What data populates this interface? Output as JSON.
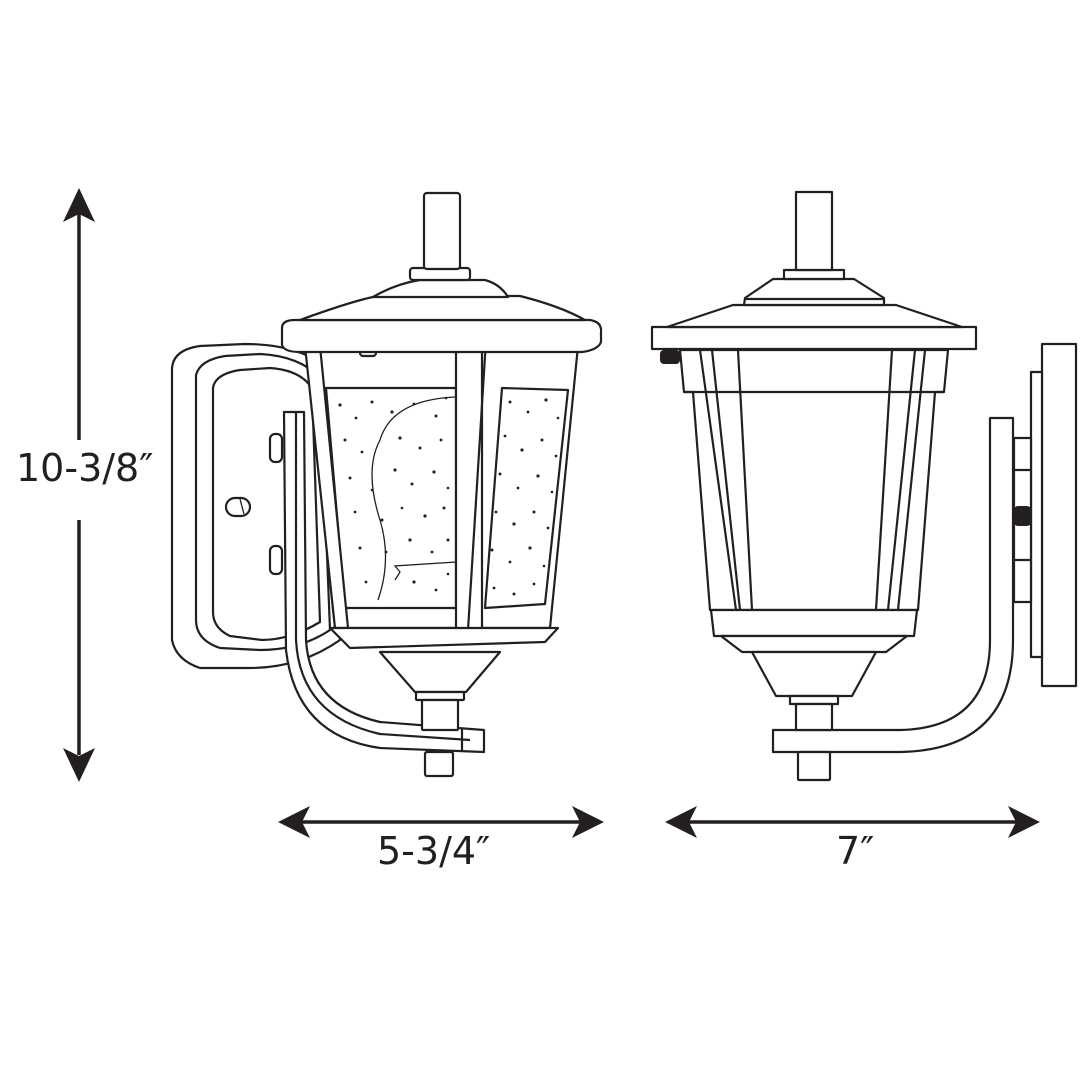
{
  "diagram": {
    "subject": "Outdoor wall lantern dimension drawing",
    "line_color": "#231f20",
    "background": "#ffffff",
    "views": [
      {
        "id": "side-view",
        "description": "Side view with wall plate, curved arm and seeded glass panels"
      },
      {
        "id": "front-view",
        "description": "Front view with clear glass panels and wall bracket profile"
      }
    ],
    "dimensions": {
      "height": {
        "label": "10-3/8″",
        "orientation": "vertical"
      },
      "side_width": {
        "label": "5-3/4″",
        "orientation": "horizontal"
      },
      "front_width": {
        "label": "7″",
        "orientation": "horizontal"
      }
    }
  }
}
